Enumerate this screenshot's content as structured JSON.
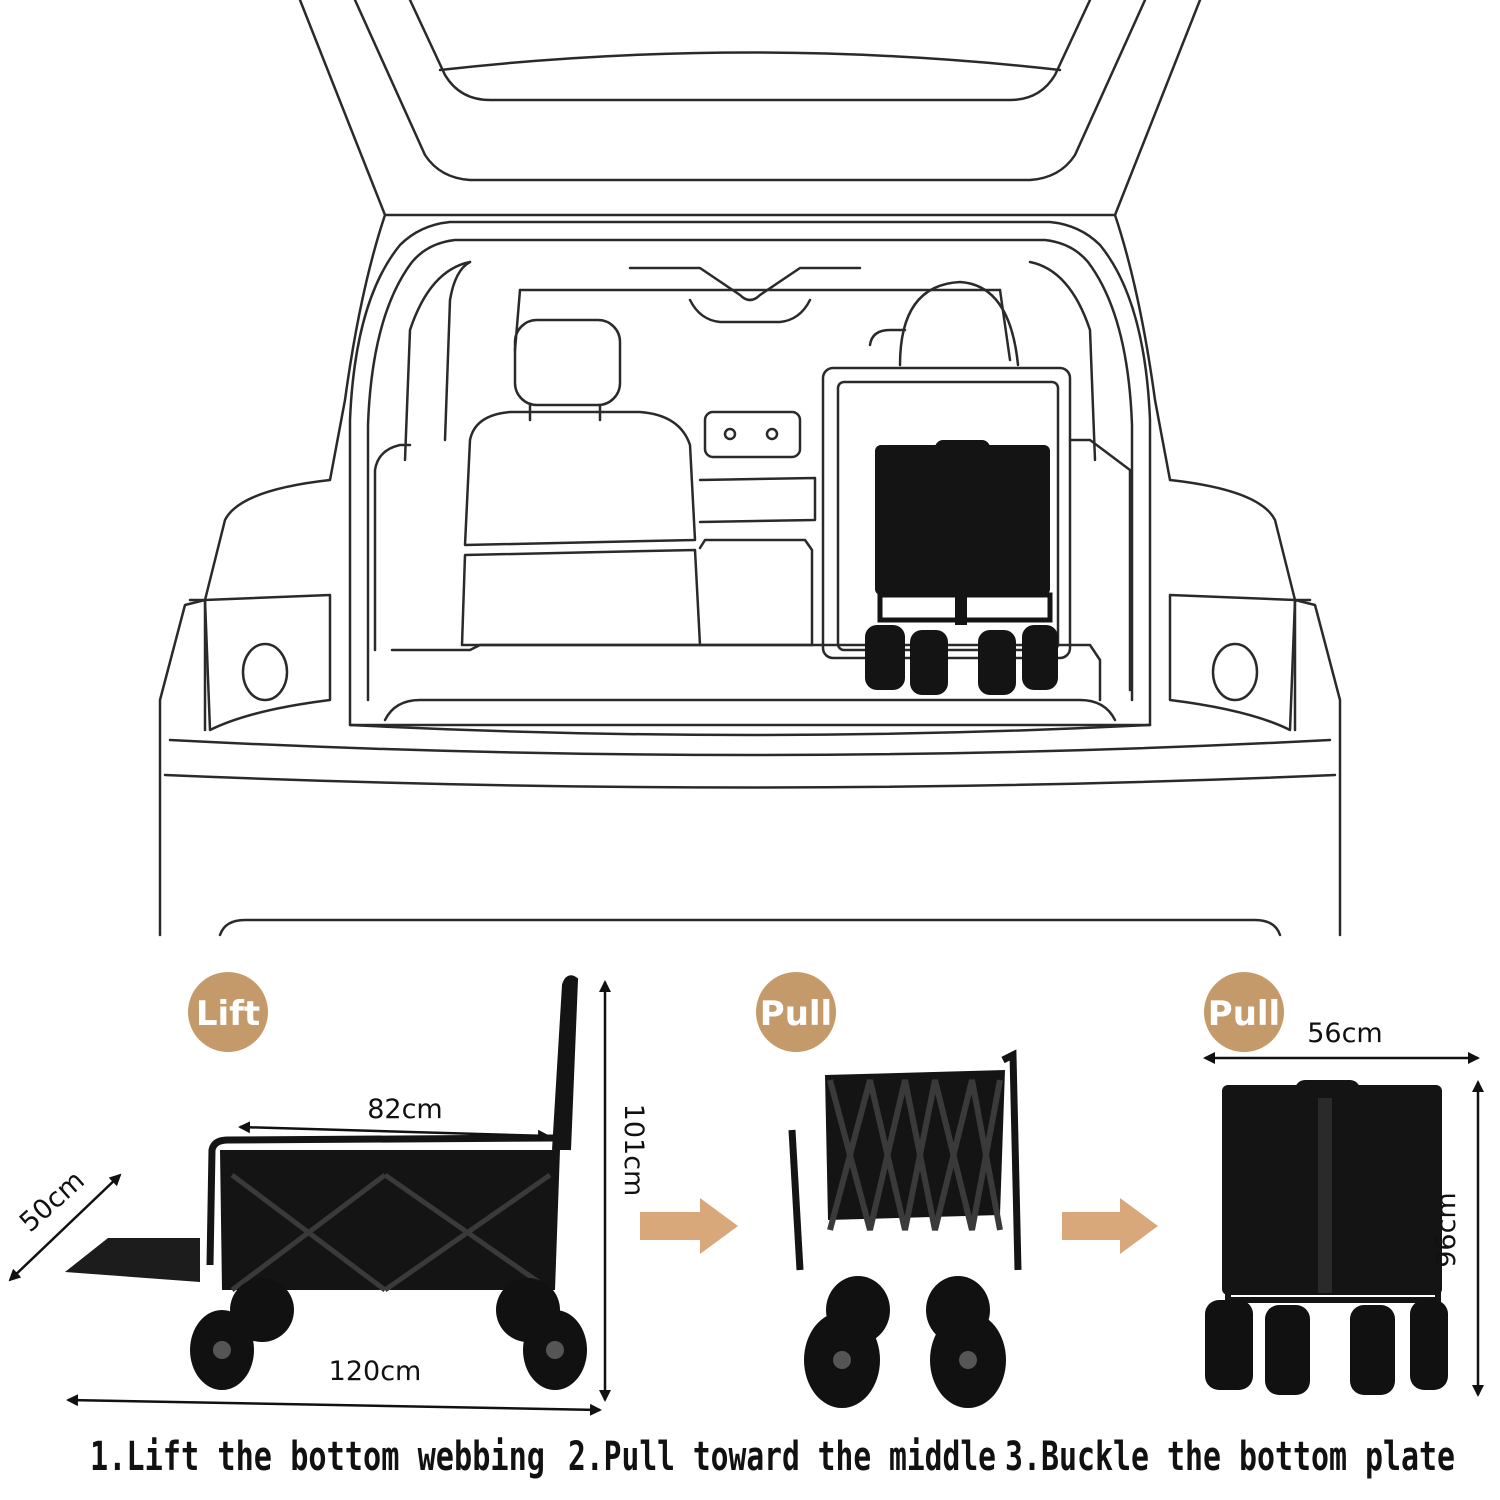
{
  "colors": {
    "badge": "#c59a6b",
    "arrow": "#d8a87a",
    "line": "#2a2a2a",
    "wagon": "#141414"
  },
  "icons": [
    "car-trunk-outline",
    "folded-wagon",
    "open-wagon",
    "folding-wagon",
    "closed-wagon",
    "right-arrow"
  ],
  "badges": {
    "lift": "Lift",
    "pull_1": "Pull",
    "pull_2": "Pull"
  },
  "dimensions": {
    "width_50": "50cm",
    "length_82": "82cm",
    "length_120": "120cm",
    "height_101": "101cm",
    "width_56": "56cm",
    "height_96": "96cm"
  },
  "steps": {
    "step_1": "1.Lift the bottom webbing",
    "step_2": "2.Pull toward the middle",
    "step_3": "3.Buckle the bottom plate"
  }
}
